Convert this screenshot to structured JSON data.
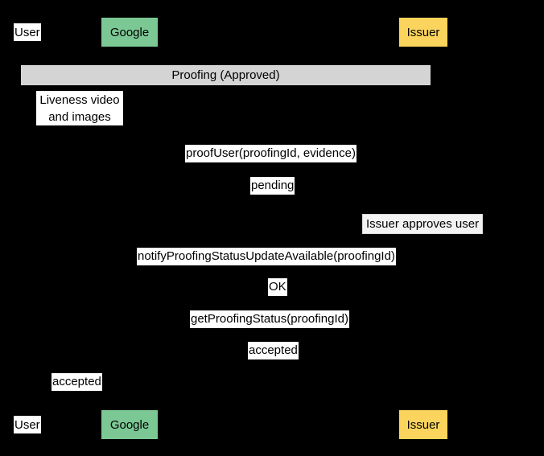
{
  "diagram": {
    "type": "uml-sequence-diagram",
    "title": "Proofing (Approved)",
    "background_color": "#000000",
    "text_color": "#000000",
    "label_background_color": "#FFFFFF"
  },
  "participants": [
    {
      "id": "user",
      "label": "User",
      "style": "plain",
      "color": "#FFFFFF"
    },
    {
      "id": "google",
      "label": "Google",
      "style": "boxed",
      "color": "#7BC894"
    },
    {
      "id": "issuer",
      "label": "Issuer",
      "style": "boxed",
      "color": "#FAD45C"
    }
  ],
  "fragment": {
    "label": "Proofing (Approved)",
    "color": "#D4D4D4"
  },
  "notes": [
    {
      "id": "liveness",
      "line1": "Liveness video",
      "line2": "and images"
    }
  ],
  "messages": [
    {
      "id": "proofuser",
      "label": "proofUser(proofingId, evidence)"
    },
    {
      "id": "pending",
      "label": "pending"
    },
    {
      "id": "approves",
      "label": "Issuer approves user",
      "style": "self"
    },
    {
      "id": "notify",
      "label": "notifyProofingStatusUpdateAvailable(proofingId)"
    },
    {
      "id": "ok",
      "label": "OK"
    },
    {
      "id": "getstatus",
      "label": "getProofingStatus(proofingId)"
    },
    {
      "id": "accepted1",
      "label": "accepted"
    },
    {
      "id": "accepted2",
      "label": "accepted"
    }
  ]
}
